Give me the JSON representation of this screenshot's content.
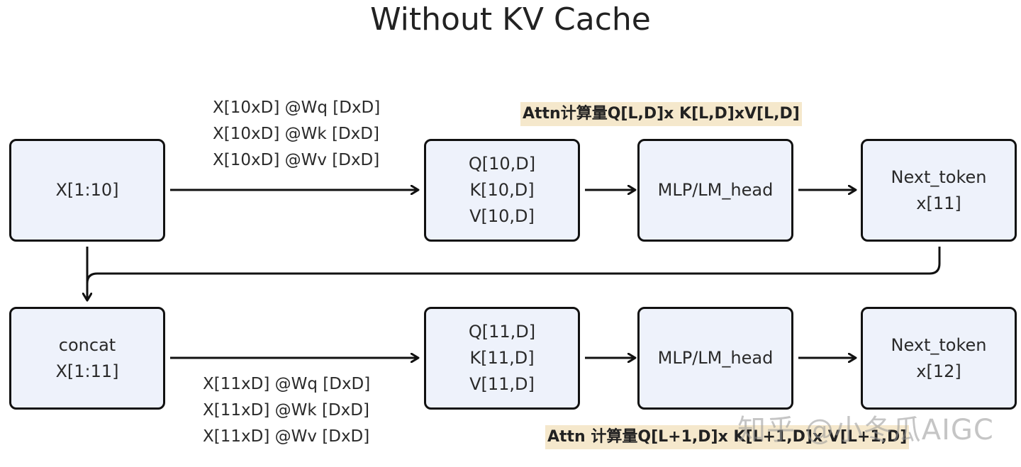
{
  "title": "Without KV Cache",
  "row1": {
    "input_box": [
      "X[1:10]"
    ],
    "proj_labels": [
      "X[10xD] @Wq [DxD]",
      "X[10xD] @Wk [DxD]",
      "X[10xD] @Wv [DxD]"
    ],
    "qkv_box": [
      "Q[10,D]",
      "K[10,D]",
      "V[10,D]"
    ],
    "mlp_box": [
      "MLP/LM_head"
    ],
    "next_box": [
      "Next_token",
      "x[11]"
    ],
    "attn_note": "Attn计算量Q[L,D]x K[L,D]xV[L,D]"
  },
  "row2": {
    "input_box": [
      "concat",
      "X[1:11]"
    ],
    "proj_labels": [
      "X[11xD] @Wq [DxD]",
      "X[11xD] @Wk [DxD]",
      "X[11xD] @Wv [DxD]"
    ],
    "qkv_box": [
      "Q[11,D]",
      "K[11,D]",
      "V[11,D]"
    ],
    "mlp_box": [
      "MLP/LM_head"
    ],
    "next_box": [
      "Next_token",
      "x[12]"
    ],
    "attn_note": "Attn 计算量Q[L+1,D]x K[L+1,D]x V[L+1,D]"
  },
  "watermark": "知乎 @小冬瓜AIGC",
  "colors": {
    "box_fill": "#eef2fb",
    "box_border": "#111111",
    "note_highlight": "#f5e8cc"
  }
}
